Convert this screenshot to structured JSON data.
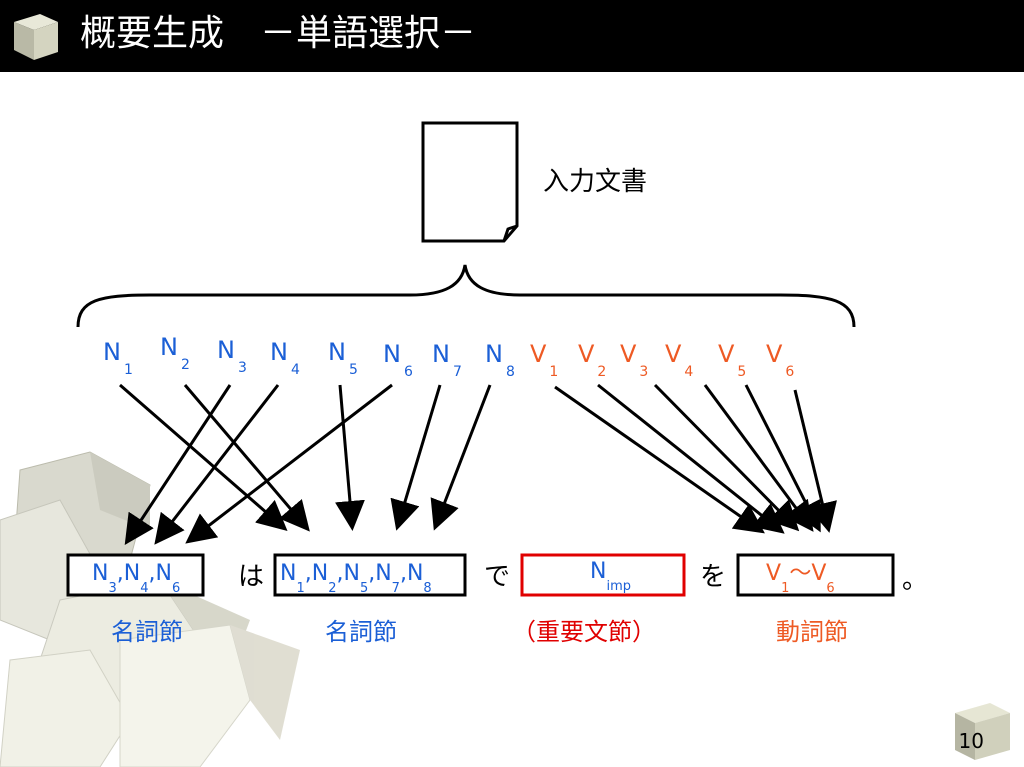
{
  "slide": {
    "title": "概要生成　－単語選択－",
    "page_number": "10"
  },
  "document": {
    "label": "入力文書"
  },
  "nouns": [
    {
      "main": "N",
      "sub": "1"
    },
    {
      "main": "N",
      "sub": "2"
    },
    {
      "main": "N",
      "sub": "3"
    },
    {
      "main": "N",
      "sub": "4"
    },
    {
      "main": "N",
      "sub": "5"
    },
    {
      "main": "N",
      "sub": "6"
    },
    {
      "main": "N",
      "sub": "7"
    },
    {
      "main": "N",
      "sub": "8"
    }
  ],
  "verbs": [
    {
      "main": "V",
      "sub": "1"
    },
    {
      "main": "V",
      "sub": "2"
    },
    {
      "main": "V",
      "sub": "3"
    },
    {
      "main": "V",
      "sub": "4"
    },
    {
      "main": "V",
      "sub": "5"
    },
    {
      "main": "V",
      "sub": "6"
    }
  ],
  "boxes": {
    "box1": {
      "parts": [
        {
          "main": "N",
          "sub": "3"
        },
        {
          "main": ",N",
          "sub": "4"
        },
        {
          "main": ",N",
          "sub": "6"
        }
      ],
      "caption": "名詞節"
    },
    "box2": {
      "parts": [
        {
          "main": "N",
          "sub": "1"
        },
        {
          "main": ",N",
          "sub": "2"
        },
        {
          "main": ",N",
          "sub": "5"
        },
        {
          "main": ",N",
          "sub": "7"
        },
        {
          "main": ",N",
          "sub": "8"
        }
      ],
      "caption": "名詞節"
    },
    "box3": {
      "parts": [
        {
          "main": "N",
          "sub": "imp"
        }
      ],
      "caption": "（重要文節）"
    },
    "box4": {
      "parts": [
        {
          "main": "V",
          "sub": "1"
        },
        {
          "main": "〜V",
          "sub": "6"
        }
      ],
      "caption": "動詞節"
    }
  },
  "particles": {
    "wa": "は",
    "de": "で",
    "wo": "を",
    "period": "。"
  },
  "colors": {
    "noun": "#1b5fd6",
    "verb": "#ee5a24",
    "box_imp": "#e00000",
    "title_bg": "#000000"
  }
}
